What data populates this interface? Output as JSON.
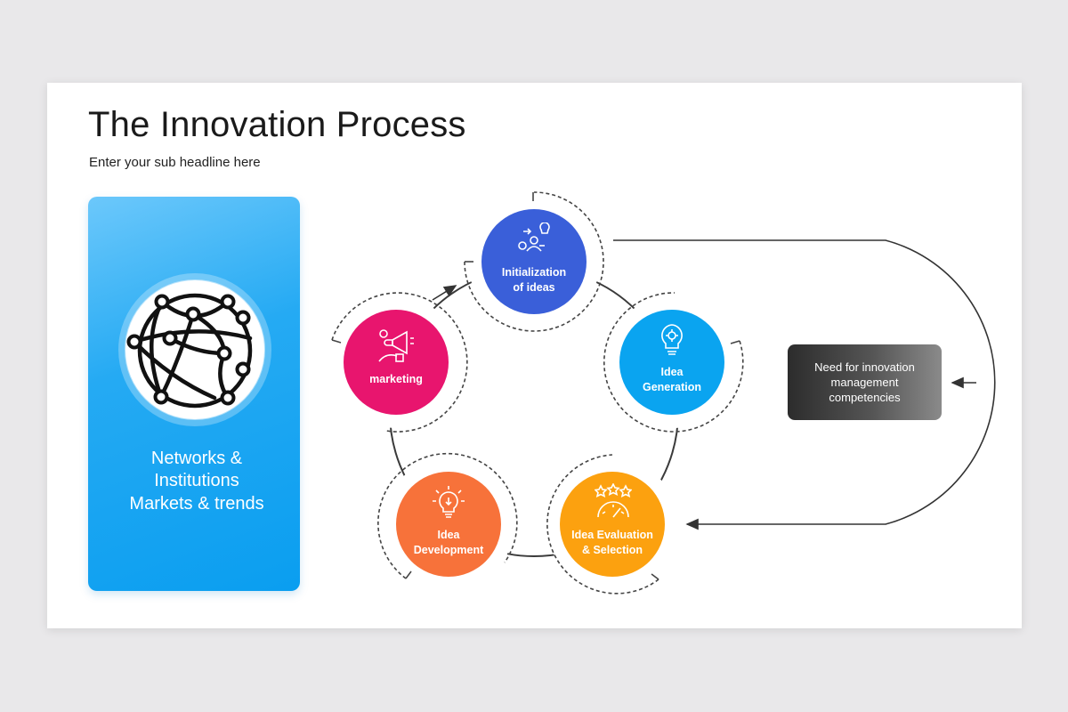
{
  "header": {
    "title": "The Innovation Process",
    "subtitle": "Enter your sub headline here"
  },
  "side_card": {
    "icon": "globe-network-icon",
    "lines": [
      "Networks &",
      "Institutions",
      "Markets & trends"
    ],
    "colors": {
      "top": "#6cc8fb",
      "bottom": "#0a9ef0"
    }
  },
  "process": {
    "steps": [
      {
        "id": "init",
        "lines": [
          "Initialization",
          "of ideas"
        ],
        "icon": "people-gear-lightbulb-icon",
        "color": "#3a5fd9"
      },
      {
        "id": "gen",
        "lines": [
          "Idea",
          "Generation"
        ],
        "icon": "lightbulb-gear-icon",
        "color": "#0aa4f0"
      },
      {
        "id": "eval",
        "lines": [
          "Idea Evaluation",
          "& Selection"
        ],
        "icon": "gauge-stars-icon",
        "color": "#fca10f"
      },
      {
        "id": "dev",
        "lines": [
          "Idea",
          "Development"
        ],
        "icon": "lightbulb-idea-icon",
        "color": "#f7723a"
      },
      {
        "id": "mkt",
        "lines": [
          "marketing"
        ],
        "icon": "megaphone-icon",
        "color": "#e8156e"
      }
    ],
    "feedback": {
      "lines": [
        "Need for innovation",
        "management",
        "competencies"
      ]
    }
  }
}
